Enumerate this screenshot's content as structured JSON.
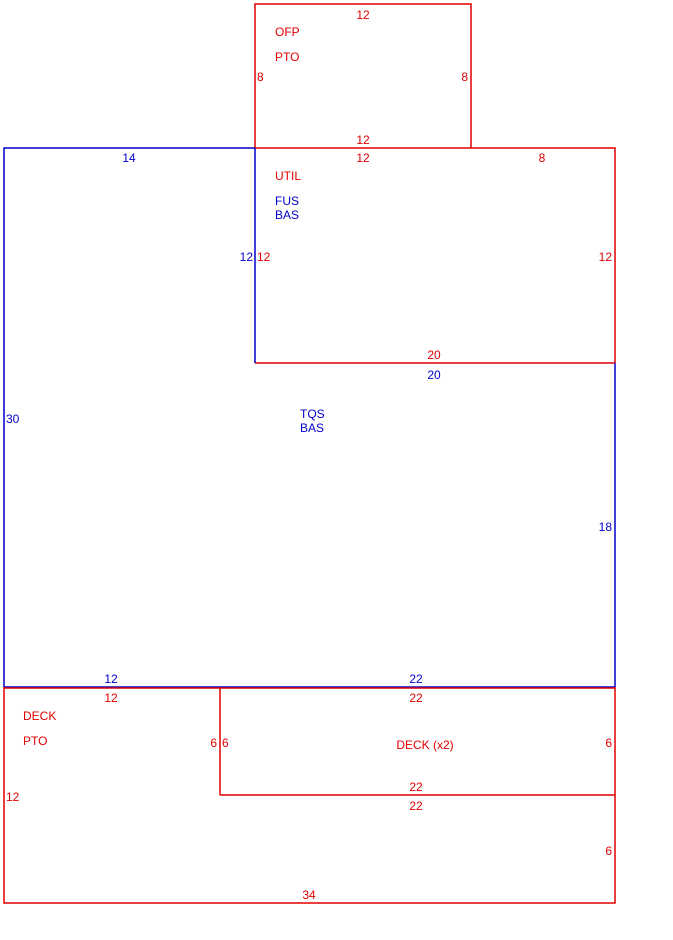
{
  "colors": {
    "red": "#e00000",
    "blue": "#0000cc",
    "background": "#ffffff"
  },
  "areas": {
    "ofp": {
      "label1": "OFP",
      "label2": "PTO",
      "top": "12",
      "bottom": "12",
      "left": "8",
      "right": "8"
    },
    "util": {
      "label": "UTIL",
      "top_left": "12",
      "top_right": "8",
      "left": "12",
      "right": "12",
      "bottom": "20"
    },
    "fus": {
      "label1": "FUS",
      "label2": "BAS",
      "left": "12"
    },
    "main": {
      "label1": "TQS",
      "label2": "BAS",
      "top": "14",
      "left": "30",
      "right": "18",
      "under_util": "20",
      "bottom_left": "12",
      "bottom_right": "22"
    },
    "deck_pto": {
      "label1": "DECK",
      "label2": "PTO",
      "top": "12",
      "right": "6",
      "left": "12",
      "bottom": "34"
    },
    "deck_x2": {
      "label": "DECK (x2)",
      "top": "22",
      "left": "6",
      "right": "6",
      "bottom": "22"
    },
    "lower_strip": {
      "top": "22",
      "right": "6"
    }
  }
}
